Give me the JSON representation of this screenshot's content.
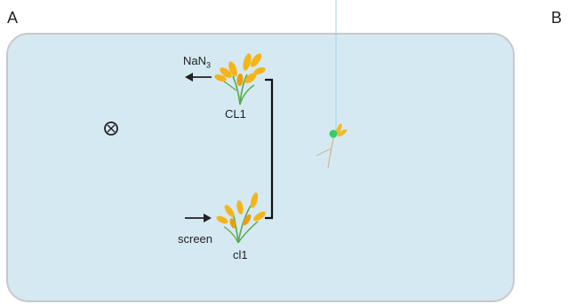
{
  "panels": {
    "a": "A",
    "b": "B"
  },
  "labels": {
    "nan3_main": "NaN",
    "nan3_sub": "3",
    "upper_plant": "CL1",
    "screen": "screen",
    "lower_plant": "cl1"
  },
  "colors": {
    "tank_fill": "#d5e9f3",
    "tank_border": "#c8c8c8",
    "petal": "#f4b51a",
    "stem": "#5aa84a",
    "dot": "#26c95a"
  },
  "icons": {
    "field_symbol": "circle-cross-icon"
  }
}
